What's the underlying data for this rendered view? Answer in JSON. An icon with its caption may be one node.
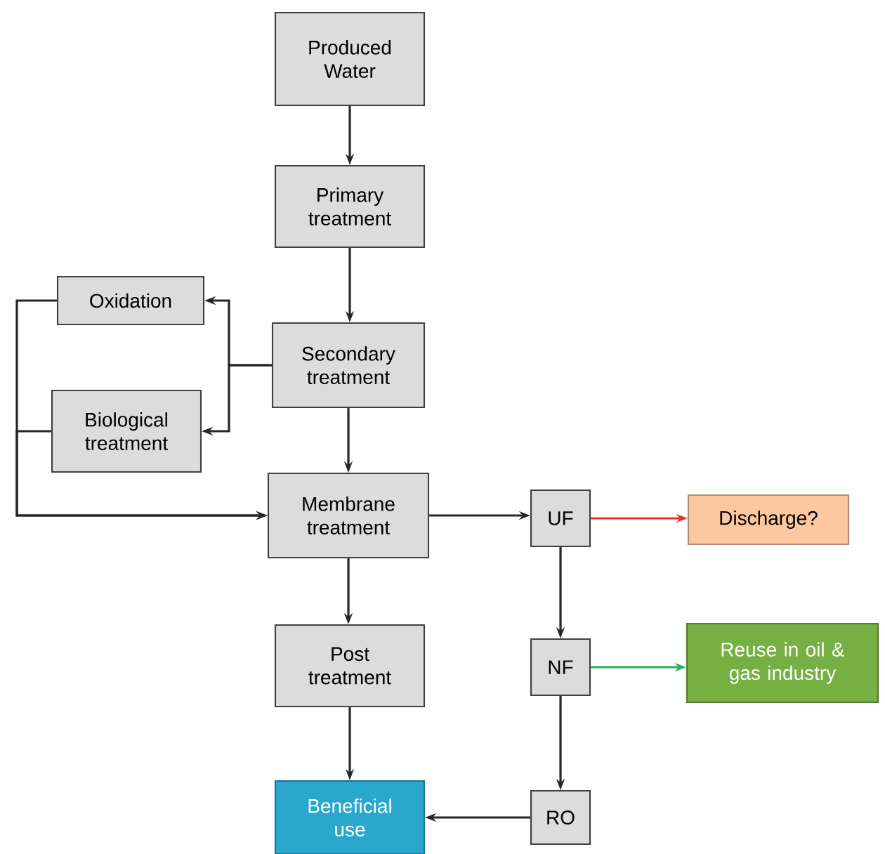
{
  "diagram": {
    "nodes": [
      {
        "text": [
          "Produced Water"
        ]
      },
      {
        "text": [
          "Primary treatment"
        ]
      },
      {
        "text": [
          "Oxidation"
        ]
      },
      {
        "text": [
          "Secondary treatment"
        ]
      },
      {
        "text": [
          "Biological treatment"
        ]
      },
      {
        "text": [
          "Membrane treatment"
        ]
      },
      {
        "text": [
          "UF"
        ]
      },
      {
        "text": [
          "Discharge?"
        ]
      },
      {
        "text": [
          "Post treatment"
        ]
      },
      {
        "text": [
          "NF"
        ]
      },
      {
        "text": [
          "Reuse in oil & gas industry"
        ]
      },
      {
        "text": [
          "Beneficial use"
        ]
      },
      {
        "text": [
          "RO"
        ]
      }
    ],
    "edges": [
      {
        "from": 0,
        "to": 1,
        "arrow": "to"
      },
      {
        "from": 1,
        "to": 3,
        "arrow": "to"
      },
      {
        "from": 3,
        "to": 2,
        "arrow": "to"
      },
      {
        "from": 3,
        "to": 4,
        "arrow": "to"
      },
      {
        "from": 2,
        "to": 5,
        "arrow": "to"
      },
      {
        "from": 4,
        "to": 5,
        "arrow": "to"
      },
      {
        "from": 3,
        "to": 5,
        "arrow": "to"
      },
      {
        "from": 5,
        "to": 6,
        "arrow": "to"
      },
      {
        "from": 6,
        "to": 7,
        "arrow": "to",
        "color": "#e8332a"
      },
      {
        "from": 6,
        "to": 9,
        "arrow": "to"
      },
      {
        "from": 9,
        "to": 10,
        "arrow": "to",
        "color": "#1fb55a"
      },
      {
        "from": 9,
        "to": 12,
        "arrow": "to"
      },
      {
        "from": 5,
        "to": 8,
        "arrow": "to"
      },
      {
        "from": 8,
        "to": 11,
        "arrow": "to"
      },
      {
        "from": 12,
        "to": 11,
        "arrow": "to"
      }
    ]
  }
}
